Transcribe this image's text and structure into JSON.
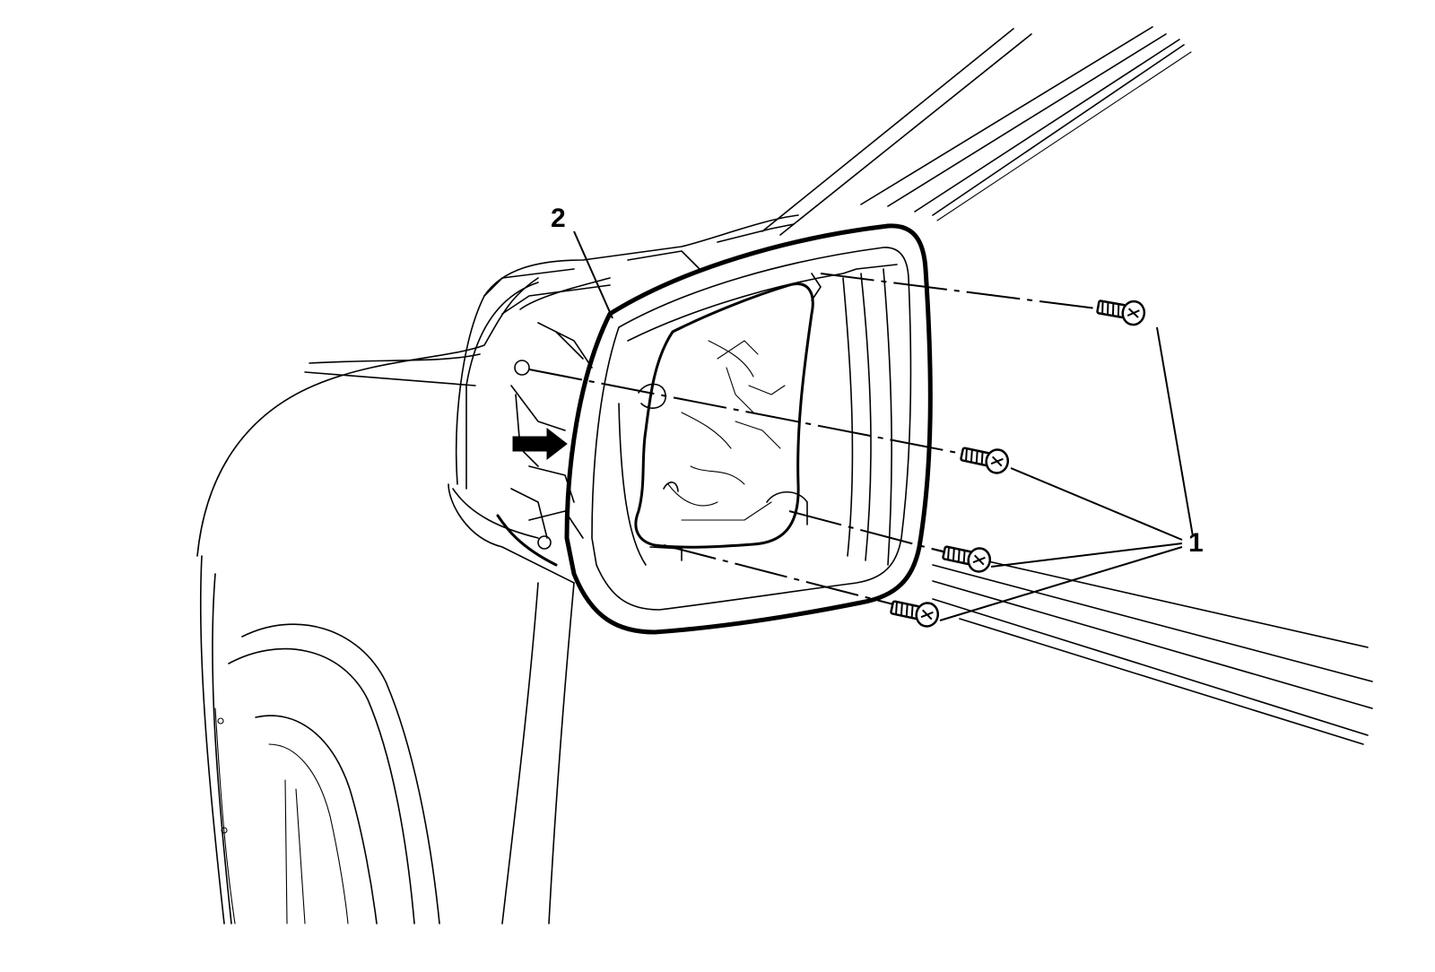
{
  "figure": {
    "callouts": [
      {
        "id": "1",
        "label": "1",
        "meaning": "bolts"
      },
      {
        "id": "2",
        "label": "2",
        "meaning": "mirror housing"
      }
    ],
    "arrow": "direction-arrow",
    "colors": {
      "line": "#000000",
      "background": "#ffffff"
    }
  }
}
